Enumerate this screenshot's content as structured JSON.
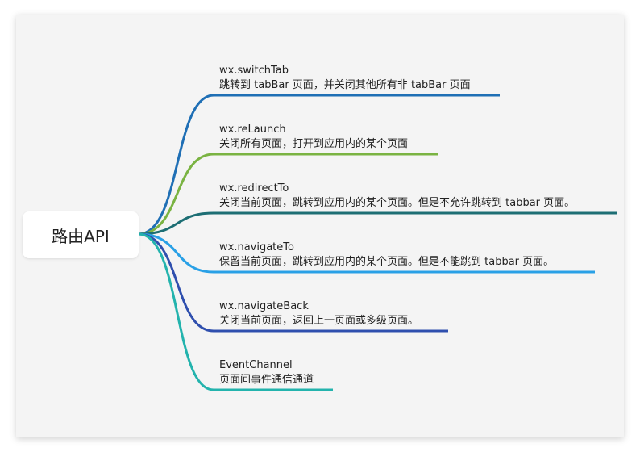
{
  "root": {
    "label": "路由API"
  },
  "branches": [
    {
      "title": "wx.switchTab",
      "desc": "跳转到 tabBar 页面，并关闭其他所有非 tabBar 页面",
      "color": "#1f6fb5"
    },
    {
      "title": "wx.reLaunch",
      "desc": "关闭所有页面，打开到应用内的某个页面",
      "color": "#7ab342"
    },
    {
      "title": "wx.redirectTo",
      "desc": "关闭当前页面，跳转到应用内的某个页面。但是不允许跳转到 tabbar 页面。",
      "color": "#1d6e74"
    },
    {
      "title": "wx.navigateTo",
      "desc": "保留当前页面，跳转到应用内的某个页面。但是不能跳到 tabbar 页面。",
      "color": "#29a0e6"
    },
    {
      "title": "wx.navigateBack",
      "desc": "关闭当前页面，返回上一页面或多级页面。",
      "color": "#2f4fae"
    },
    {
      "title": "EventChannel",
      "desc": "页面间事件通信通道",
      "color": "#23b3ad"
    }
  ]
}
